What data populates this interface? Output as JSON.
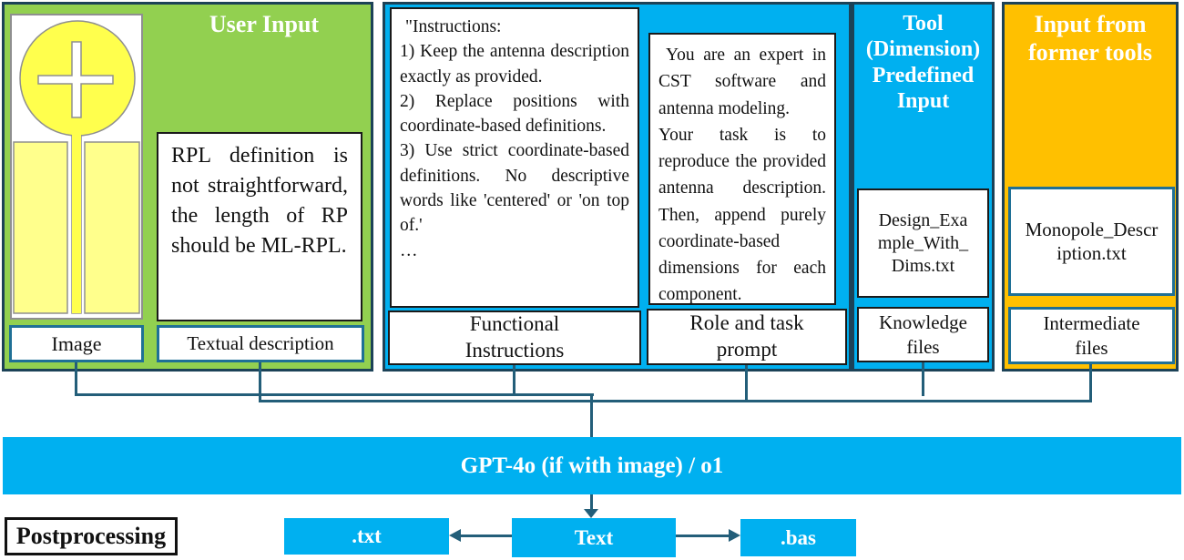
{
  "user_input": {
    "title": "User Input",
    "note": "RPL definition is not straightforward, the length of RP should be ML-RPL.",
    "image_label": "Image",
    "text_label": "Textual description"
  },
  "prompt_box": {
    "instructions": {
      "lines": [
        "\"Instructions:",
        "1) Keep the antenna description exactly as provided.",
        "2) Replace positions with coordinate-based definitions.",
        "3) Use strict coordinate-based definitions. No descriptive words like 'centered' or 'on top of.'",
        "…"
      ],
      "label": "Functional\nInstructions"
    },
    "role": {
      "paragraphs": [
        "You are an expert in CST software and antenna modeling.",
        "Your task is to reproduce the provided antenna description. Then, append purely coordinate-based dimensions for each component."
      ],
      "label": "Role and task\nprompt"
    }
  },
  "tool_input": {
    "title": "Tool (Dimension) Predefined Input",
    "file": "Design_Example_With_Dims.txt",
    "label": "Knowledge files"
  },
  "former_tools": {
    "title": "Input from former tools",
    "file": "Monopole_Description.txt",
    "label": "Intermediate files"
  },
  "model_bar": {
    "label": "GPT-4o (if with image) / o1"
  },
  "postprocessing": {
    "label": "Postprocessing",
    "txt_chip": ".txt",
    "text_chip": "Text",
    "bas_chip": ".bas"
  },
  "colors": {
    "green": "#92d050",
    "blue": "#00b0f0",
    "orange": "#ffc000",
    "connector": "#235e79",
    "antenna_yellow": "#ffff4d",
    "ground_yellow": "#ffff8c"
  }
}
